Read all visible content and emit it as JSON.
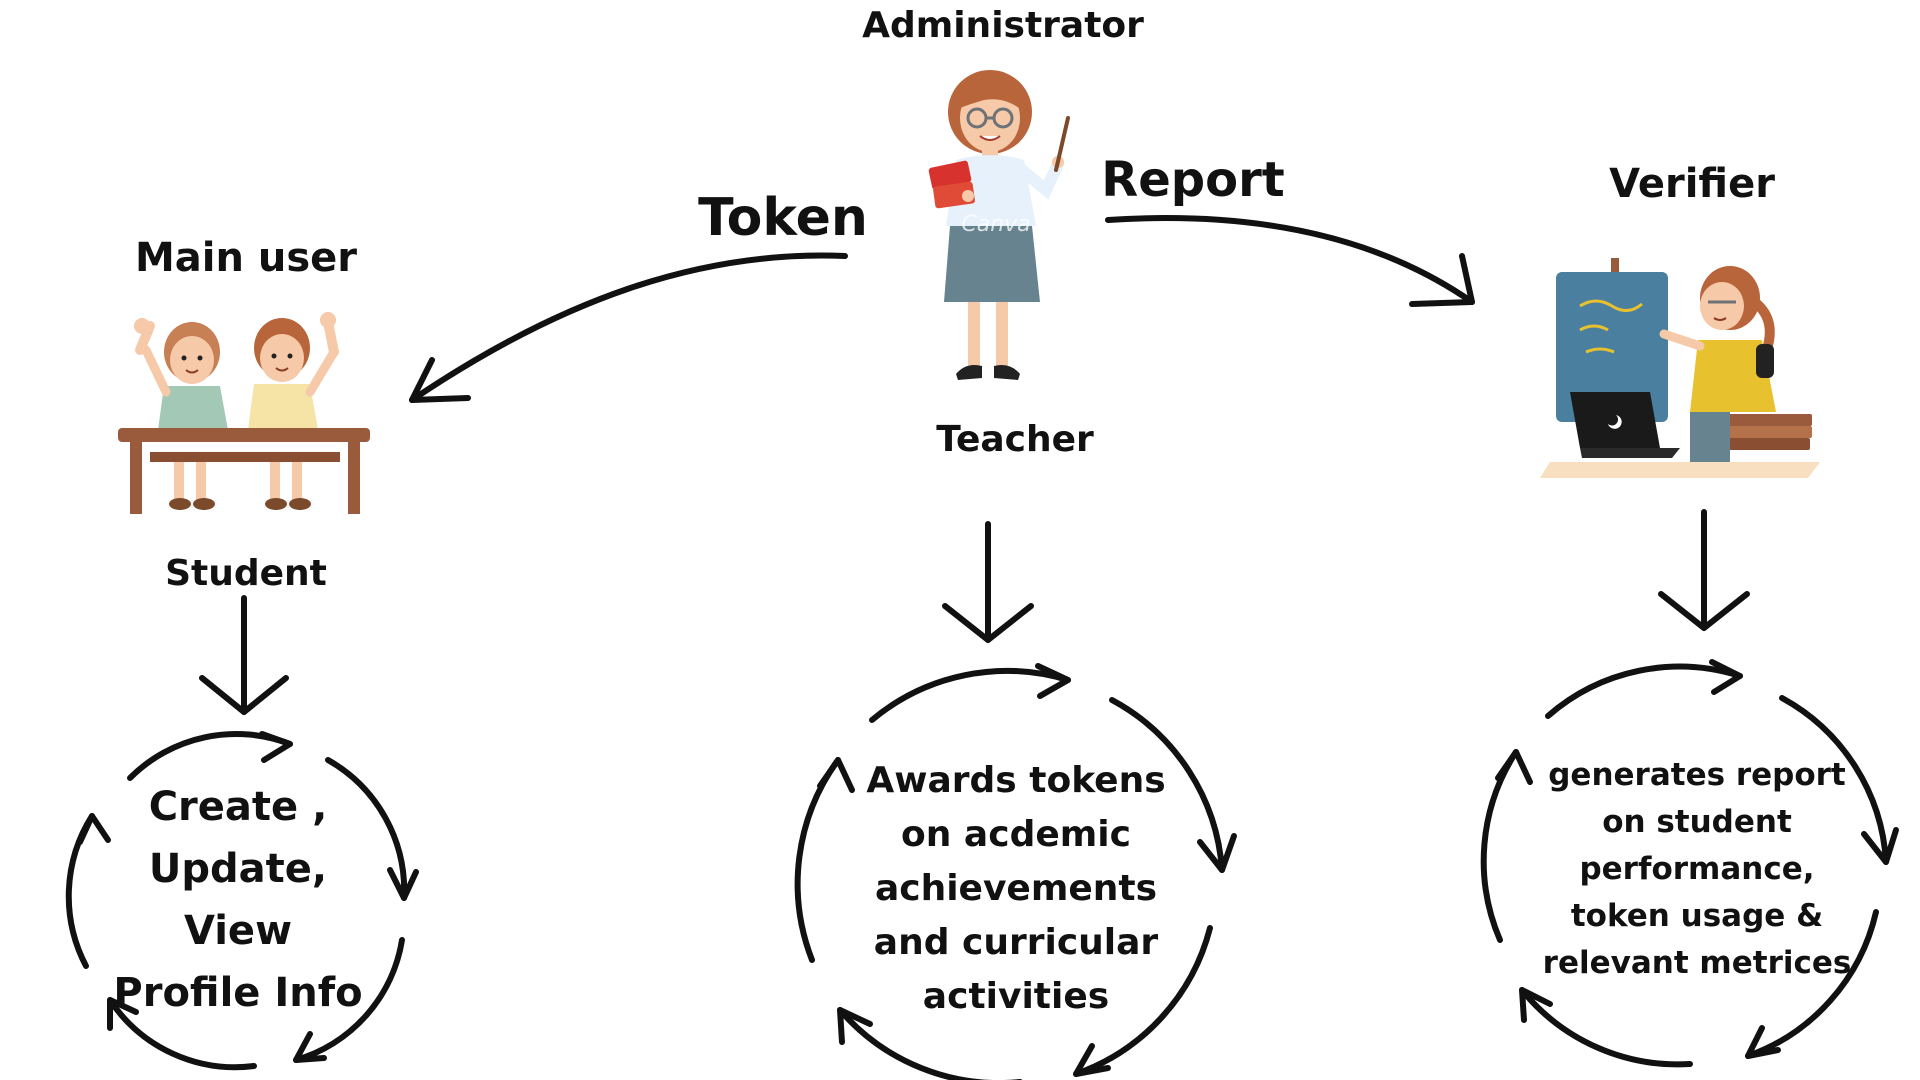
{
  "roles": {
    "administrator": {
      "label": "Administrator",
      "role": "Teacher",
      "figure_icon": "teacher-pointer-icon",
      "cycle_lines": [
        "Awards tokens",
        "on acdemic",
        "achievements",
        "and curricular",
        "activities"
      ]
    },
    "main_user": {
      "label": "Main user",
      "role": "Student",
      "figure_icon": "students-desk-icon",
      "cycle_lines": [
        "Create ,",
        "Update,",
        "View",
        "Profile Info"
      ]
    },
    "verifier": {
      "label": "Verifier",
      "figure_icon": "verifier-blackboard-laptop-icon",
      "cycle_lines": [
        "generates report",
        "on student",
        "performance,",
        "token usage &",
        "relevant metrices"
      ]
    }
  },
  "flows": {
    "token_label": "Token",
    "report_label": "Report"
  },
  "watermark": "Canva",
  "colors": {
    "ink": "#111111",
    "hair": "#b9653c",
    "skin": "#f6c9a8",
    "board": "#4a7fa0",
    "desk": "#9a5b3c",
    "skirt": "#67838f",
    "book": "#d8322e",
    "vest": "#e7c12e"
  }
}
